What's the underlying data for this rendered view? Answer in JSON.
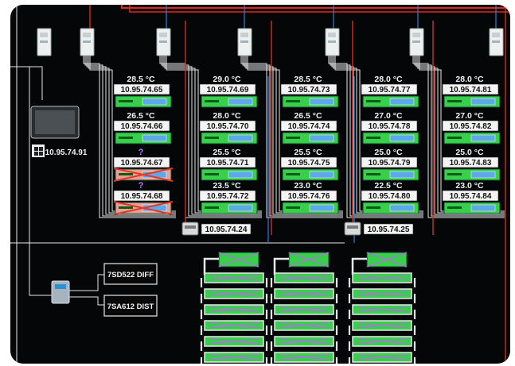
{
  "screen": {
    "title": "",
    "colors": {
      "background": "#050608",
      "wire_white": "#e8e8e8",
      "wire_red": "#e0281e",
      "wire_blue": "#2f7fd8",
      "wire_purple": "#b46ee6",
      "device_green": "#38d04a",
      "device_blue": "#5da8e8",
      "error_red": "#e23a2a"
    }
  },
  "workstation": {
    "icon": "touch-panel-icon",
    "os_icon": "windows-icon",
    "ip": "10.95.74.91"
  },
  "columns": [
    {
      "devices": [
        {
          "temp": "28.5 °C",
          "ip": "10.95.74.65",
          "status": "ok"
        },
        {
          "temp": "26.5 °C",
          "ip": "10.95.74.66",
          "status": "ok"
        },
        {
          "temp": "?",
          "ip": "10.95.74.67",
          "status": "offline"
        },
        {
          "temp": "?",
          "ip": "10.95.74.68",
          "status": "offline"
        }
      ]
    },
    {
      "devices": [
        {
          "temp": "29.0 °C",
          "ip": "10.95.74.69",
          "status": "ok"
        },
        {
          "temp": "28.0 °C",
          "ip": "10.95.74.70",
          "status": "ok"
        },
        {
          "temp": "25.5 °C",
          "ip": "10.95.74.71",
          "status": "ok"
        },
        {
          "temp": "23.5 °C",
          "ip": "10.95.74.72",
          "status": "ok"
        }
      ]
    },
    {
      "devices": [
        {
          "temp": "28.5 °C",
          "ip": "10.95.74.73",
          "status": "ok"
        },
        {
          "temp": "26.5 °C",
          "ip": "10.95.74.74",
          "status": "ok"
        },
        {
          "temp": "25.5 °C",
          "ip": "10.95.74.75",
          "status": "ok"
        },
        {
          "temp": "23.0 °C",
          "ip": "10.95.74.76",
          "status": "ok"
        }
      ]
    },
    {
      "devices": [
        {
          "temp": "28.0 °C",
          "ip": "10.95.74.77",
          "status": "ok"
        },
        {
          "temp": "27.0 °C",
          "ip": "10.95.74.78",
          "status": "ok"
        },
        {
          "temp": "25.0 °C",
          "ip": "10.95.74.79",
          "status": "ok"
        },
        {
          "temp": "22.5 °C",
          "ip": "10.95.74.80",
          "status": "ok"
        }
      ]
    },
    {
      "devices": [
        {
          "temp": "28.0 °C",
          "ip": "10.95.74.81",
          "status": "ok"
        },
        {
          "temp": "27.0 °C",
          "ip": "10.95.74.82",
          "status": "ok"
        },
        {
          "temp": "25.0 °C",
          "ip": "10.95.74.83",
          "status": "ok"
        },
        {
          "temp": "23.0 °C",
          "ip": "10.95.74.84",
          "status": "ok"
        }
      ]
    }
  ],
  "gateways": [
    {
      "ip": "10.95.74.24",
      "icon": "gateway-icon"
    },
    {
      "ip": "10.95.74.25",
      "icon": "gateway-icon"
    }
  ],
  "relays": [
    {
      "label": "7SD522 DIFF"
    },
    {
      "label": "7SA612 DIST"
    }
  ],
  "switch": {
    "icon": "network-switch-icon"
  },
  "busbar_groups": 3,
  "busbar_rows": 7
}
